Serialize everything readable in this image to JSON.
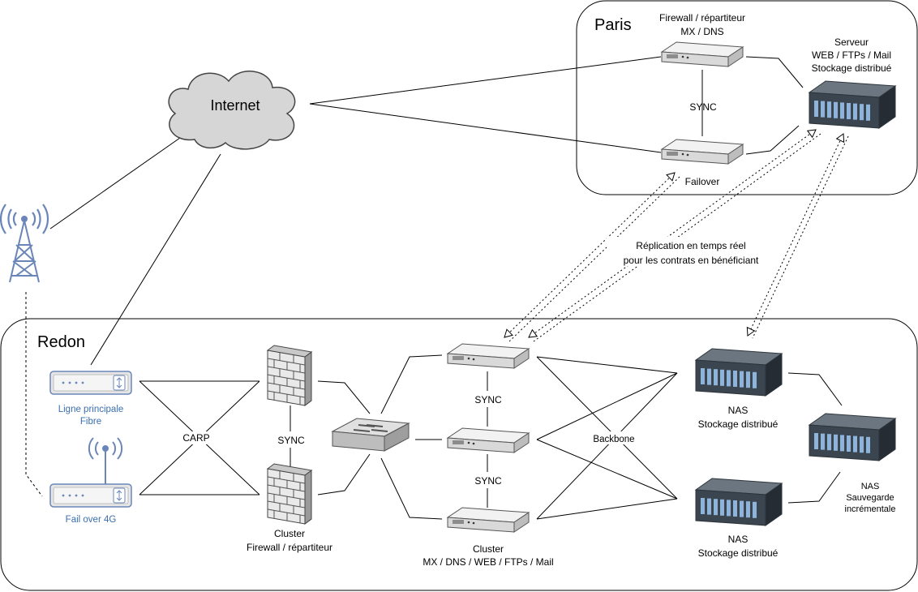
{
  "colors": {
    "container_stroke": "#000000",
    "cloud_fill": "#d6d6d6",
    "device_blue": "#6a86b8",
    "label_blue": "#3a6fb0",
    "server_dark": "#3a4550",
    "firewall_grey": "#8a8a8a"
  },
  "paris": {
    "title": "Paris",
    "fw_label_1": "Firewall / répartiteur",
    "fw_label_2": "MX / DNS",
    "sync": "SYNC",
    "failover": "Failover",
    "server_1": "Serveur",
    "server_2": "WEB / FTPs / Mail",
    "server_3": "Stockage distribué"
  },
  "internet": {
    "label": "Internet"
  },
  "replication": {
    "line_1": "Réplication en temps réel",
    "line_2": "pour les contrats en bénéficiant"
  },
  "redon": {
    "title": "Redon",
    "router_main_1": "Ligne principale",
    "router_main_2": "Fibre",
    "router_4g": "Fail over 4G",
    "carp": "CARP",
    "fw_sync": "SYNC",
    "fw_cluster_1": "Cluster",
    "fw_cluster_2": "Firewall / répartiteur",
    "srv_sync_1": "SYNC",
    "srv_sync_2": "SYNC",
    "srv_cluster_1": "Cluster",
    "srv_cluster_2": "MX / DNS / WEB / FTPs / Mail",
    "backbone": "Backbone",
    "nas1_1": "NAS",
    "nas1_2": "Stockage distribué",
    "nas2_1": "NAS",
    "nas2_2": "Stockage distribué",
    "nas3_1": "NAS",
    "nas3_2": "Sauvegarde",
    "nas3_3": "incrémentale"
  }
}
